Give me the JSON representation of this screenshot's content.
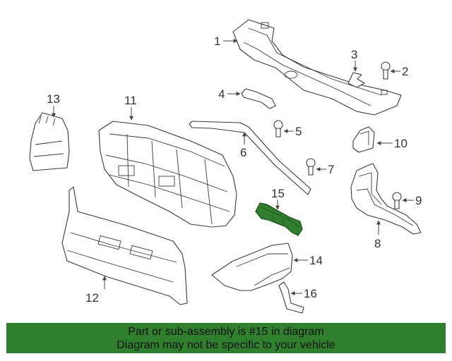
{
  "diagram": {
    "callouts": [
      "1",
      "2",
      "3",
      "4",
      "5",
      "6",
      "7",
      "8",
      "9",
      "10",
      "11",
      "12",
      "13",
      "14",
      "15",
      "16"
    ]
  },
  "highlight": {
    "part_number": "15",
    "color": "#2f7f2f"
  },
  "banner": {
    "line1": "Part or sub-assembly is #15 in diagram",
    "line2": "Diagram may not be specific to your vehicle",
    "background": "#2f7f2f"
  }
}
